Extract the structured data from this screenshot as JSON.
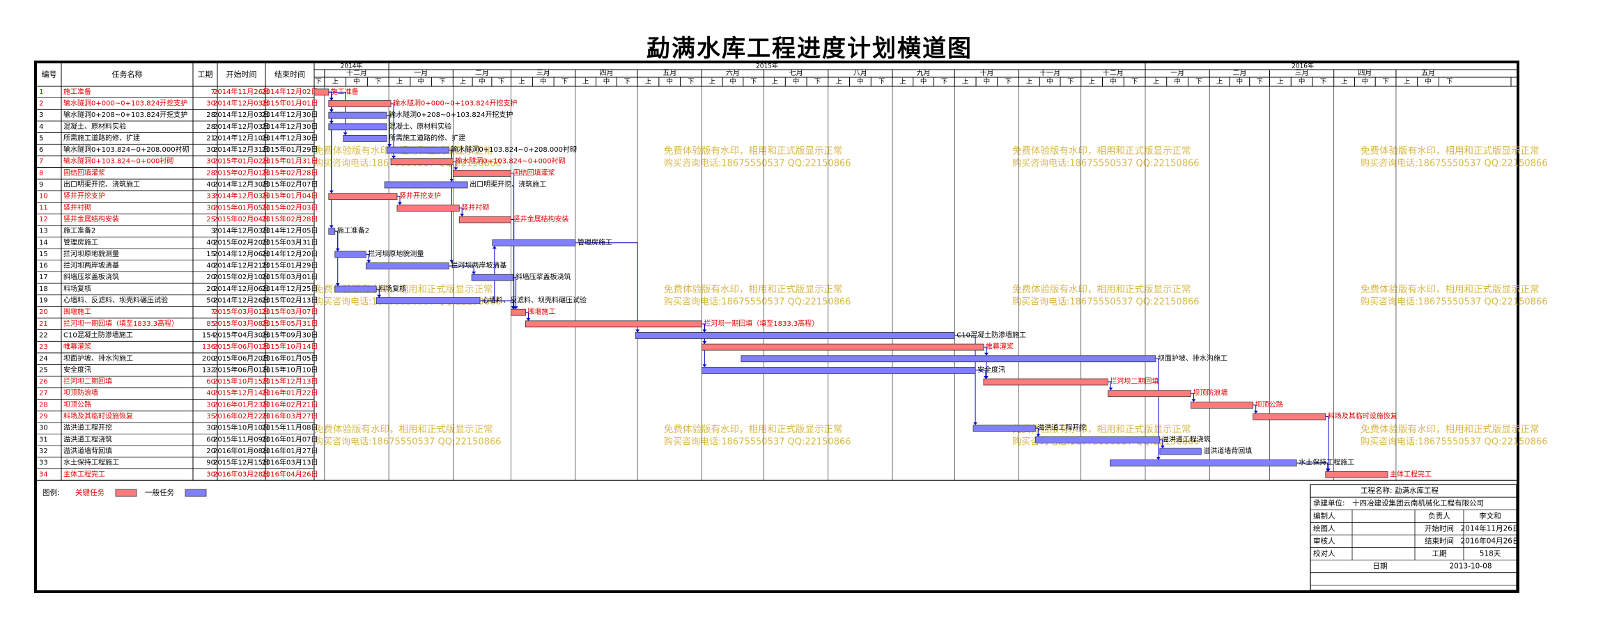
{
  "title": "勐满水库工程进度计划横道图",
  "columns": {
    "id": "编号",
    "name": "任务名称",
    "duration": "工期",
    "start": "开始时间",
    "end": "结束时间"
  },
  "timeline": {
    "years": [
      {
        "label": "2014年",
        "from": "2014-11-26",
        "to": "2015-01-01"
      },
      {
        "label": "2015年",
        "from": "2015-01-01",
        "to": "2016-01-01"
      },
      {
        "label": "2016年",
        "from": "2016-01-01",
        "to": "2016-06-01"
      }
    ],
    "months": [
      {
        "label": "十二月",
        "from": "2014-12-01"
      },
      {
        "label": "一月",
        "from": "2015-01-01"
      },
      {
        "label": "二月",
        "from": "2015-02-01"
      },
      {
        "label": "三月",
        "from": "2015-03-01"
      },
      {
        "label": "四月",
        "from": "2015-04-01"
      },
      {
        "label": "五月",
        "from": "2015-05-01"
      },
      {
        "label": "六月",
        "from": "2015-06-01"
      },
      {
        "label": "七月",
        "from": "2015-07-01"
      },
      {
        "label": "八月",
        "from": "2015-08-01"
      },
      {
        "label": "九月",
        "from": "2015-09-01"
      },
      {
        "label": "十月",
        "from": "2015-10-01"
      },
      {
        "label": "十一月",
        "from": "2015-11-01"
      },
      {
        "label": "十二月",
        "from": "2015-12-01"
      },
      {
        "label": "一月",
        "from": "2016-01-01"
      },
      {
        "label": "二月",
        "from": "2016-02-01"
      },
      {
        "label": "三月",
        "from": "2016-03-01"
      },
      {
        "label": "四月",
        "from": "2016-04-01"
      },
      {
        "label": "五月",
        "from": "2016-05-01"
      }
    ],
    "dekads": [
      "上",
      "中",
      "下"
    ]
  },
  "chart_data": {
    "type": "gantt",
    "title": "勐满水库工程进度计划横道图",
    "tasks": [
      {
        "id": "1",
        "name": "施工准备",
        "duration": "7",
        "start": "2014年11月26日",
        "end": "2014年12月02日",
        "s": "2014-11-26",
        "e": "2014-12-02",
        "critical": true
      },
      {
        "id": "2",
        "name": "输水隧洞0+000~0+103.824开挖支护",
        "duration": "30",
        "start": "2014年12月03日",
        "end": "2015年01月01日",
        "s": "2014-12-03",
        "e": "2015-01-01",
        "critical": true
      },
      {
        "id": "3",
        "name": "输水隧洞0+208~0+103.824开挖支护",
        "duration": "28",
        "start": "2014年12月03日",
        "end": "2014年12月30日",
        "s": "2014-12-03",
        "e": "2014-12-30",
        "critical": false
      },
      {
        "id": "4",
        "name": "混凝土、原材料实验",
        "duration": "28",
        "start": "2014年12月03日",
        "end": "2014年12月30日",
        "s": "2014-12-03",
        "e": "2014-12-30",
        "critical": false
      },
      {
        "id": "5",
        "name": "所需施工道路的修、扩建",
        "duration": "21",
        "start": "2014年12月10日",
        "end": "2014年12月30日",
        "s": "2014-12-10",
        "e": "2014-12-30",
        "critical": false
      },
      {
        "id": "6",
        "name": "输水隧洞0+103.824~0+208.000衬砌",
        "duration": "30",
        "start": "2014年12月31日",
        "end": "2015年01月29日",
        "s": "2014-12-31",
        "e": "2015-01-29",
        "critical": false
      },
      {
        "id": "7",
        "name": "输水隧洞0+103.824~0+000衬砌",
        "duration": "30",
        "start": "2015年01月02日",
        "end": "2015年01月31日",
        "s": "2015-01-02",
        "e": "2015-01-31",
        "critical": true
      },
      {
        "id": "8",
        "name": "固结回填灌浆",
        "duration": "28",
        "start": "2015年02月01日",
        "end": "2015年02月28日",
        "s": "2015-02-01",
        "e": "2015-02-28",
        "critical": true
      },
      {
        "id": "9",
        "name": "出口明渠开挖、浇筑施工",
        "duration": "40",
        "start": "2014年12月30日",
        "end": "2015年02月07日",
        "s": "2014-12-30",
        "e": "2015-02-07",
        "critical": false
      },
      {
        "id": "10",
        "name": "竖井开挖支护",
        "duration": "33",
        "start": "2014年12月03日",
        "end": "2015年01月04日",
        "s": "2014-12-03",
        "e": "2015-01-04",
        "critical": true
      },
      {
        "id": "11",
        "name": "竖井衬砌",
        "duration": "30",
        "start": "2015年01月05日",
        "end": "2015年02月03日",
        "s": "2015-01-05",
        "e": "2015-02-03",
        "critical": true
      },
      {
        "id": "12",
        "name": "竖井金属结构安装",
        "duration": "25",
        "start": "2015年02月04日",
        "end": "2015年02月28日",
        "s": "2015-02-04",
        "e": "2015-02-28",
        "critical": true
      },
      {
        "id": "13",
        "name": "施工准备2",
        "duration": "3",
        "start": "2014年12月03日",
        "end": "2014年12月05日",
        "s": "2014-12-03",
        "e": "2014-12-05",
        "critical": false
      },
      {
        "id": "14",
        "name": "管理房施工",
        "duration": "40",
        "start": "2015年02月20日",
        "end": "2015年03月31日",
        "s": "2015-02-20",
        "e": "2015-03-31",
        "critical": false
      },
      {
        "id": "15",
        "name": "拦河坝原地貌测量",
        "duration": "15",
        "start": "2014年12月06日",
        "end": "2014年12月20日",
        "s": "2014-12-06",
        "e": "2014-12-20",
        "critical": false
      },
      {
        "id": "16",
        "name": "拦河坝两岸坡清基",
        "duration": "40",
        "start": "2014年12月21日",
        "end": "2015年01月29日",
        "s": "2014-12-21",
        "e": "2015-01-29",
        "critical": false
      },
      {
        "id": "17",
        "name": "斜墙压浆盖板浇筑",
        "duration": "20",
        "start": "2015年02月10日",
        "end": "2015年03月01日",
        "s": "2015-02-10",
        "e": "2015-03-01",
        "critical": false
      },
      {
        "id": "18",
        "name": "料场复核",
        "duration": "20",
        "start": "2014年12月06日",
        "end": "2014年12月25日",
        "s": "2014-12-06",
        "e": "2014-12-25",
        "critical": false
      },
      {
        "id": "19",
        "name": "心墙料、反滤料、坝壳料碾压试验",
        "duration": "50",
        "start": "2014年12月26日",
        "end": "2015年02月13日",
        "s": "2014-12-26",
        "e": "2015-02-13",
        "critical": false
      },
      {
        "id": "20",
        "name": "围堰施工",
        "duration": "7",
        "start": "2015年03月01日",
        "end": "2015年03月07日",
        "s": "2015-03-01",
        "e": "2015-03-07",
        "critical": true
      },
      {
        "id": "21",
        "name": "拦河坝一期回填（填至1833.3高程）",
        "duration": "85",
        "start": "2015年03月08日",
        "end": "2015年05月31日",
        "s": "2015-03-08",
        "e": "2015-05-31",
        "critical": true
      },
      {
        "id": "22",
        "name": "C10混凝土防渗墙施工",
        "duration": "154",
        "start": "2015年04月30日",
        "end": "2015年09月30日",
        "s": "2015-04-30",
        "e": "2015-09-30",
        "critical": false
      },
      {
        "id": "23",
        "name": "帷幕灌浆",
        "duration": "136",
        "start": "2015年06月01日",
        "end": "2015年10月14日",
        "s": "2015-06-01",
        "e": "2015-10-14",
        "critical": true
      },
      {
        "id": "24",
        "name": "坝面护坡、排水沟施工",
        "duration": "200",
        "start": "2015年06月20日",
        "end": "2016年01月05日",
        "s": "2015-06-20",
        "e": "2016-01-05",
        "critical": false
      },
      {
        "id": "25",
        "name": "安全度汛",
        "duration": "132",
        "start": "2015年06月01日",
        "end": "2015年10月10日",
        "s": "2015-06-01",
        "e": "2015-10-10",
        "critical": false
      },
      {
        "id": "26",
        "name": "拦河坝二期回填",
        "duration": "60",
        "start": "2015年10月15日",
        "end": "2015年12月13日",
        "s": "2015-10-15",
        "e": "2015-12-13",
        "critical": true
      },
      {
        "id": "27",
        "name": "坝顶防浪墙",
        "duration": "40",
        "start": "2015年12月14日",
        "end": "2016年01月22日",
        "s": "2015-12-14",
        "e": "2016-01-22",
        "critical": true
      },
      {
        "id": "28",
        "name": "坝顶公路",
        "duration": "30",
        "start": "2016年01月23日",
        "end": "2016年02月21日",
        "s": "2016-01-23",
        "e": "2016-02-21",
        "critical": true
      },
      {
        "id": "29",
        "name": "料场及其临时设施恢复",
        "duration": "35",
        "start": "2016年02月22日",
        "end": "2016年03月27日",
        "s": "2016-02-22",
        "e": "2016-03-27",
        "critical": true
      },
      {
        "id": "30",
        "name": "溢洪道工程开挖",
        "duration": "30",
        "start": "2015年10月10日",
        "end": "2015年11月08日",
        "s": "2015-10-10",
        "e": "2015-11-08",
        "critical": false
      },
      {
        "id": "31",
        "name": "溢洪道工程浇筑",
        "duration": "60",
        "start": "2015年11月09日",
        "end": "2016年01月07日",
        "s": "2015-11-09",
        "e": "2016-01-07",
        "critical": false
      },
      {
        "id": "32",
        "name": "溢洪道墙背回填",
        "duration": "20",
        "start": "2016年01月08日",
        "end": "2016年01月27日",
        "s": "2016-01-08",
        "e": "2016-01-27",
        "critical": false
      },
      {
        "id": "33",
        "name": "水土保持工程施工",
        "duration": "90",
        "start": "2015年12月15日",
        "end": "2016年03月13日",
        "s": "2015-12-15",
        "e": "2016-03-13",
        "critical": false
      },
      {
        "id": "34",
        "name": "主体工程完工",
        "duration": "30",
        "start": "2016年03月28日",
        "end": "2016年04月26日",
        "s": "2016-03-28",
        "e": "2016-04-26",
        "critical": true
      }
    ],
    "links": [
      [
        1,
        2
      ],
      [
        1,
        3
      ],
      [
        1,
        4
      ],
      [
        1,
        5
      ],
      [
        1,
        10
      ],
      [
        1,
        13
      ],
      [
        2,
        7
      ],
      [
        3,
        6
      ],
      [
        6,
        9
      ],
      [
        6,
        16
      ],
      [
        7,
        8
      ],
      [
        8,
        20
      ],
      [
        10,
        11
      ],
      [
        11,
        12
      ],
      [
        13,
        15
      ],
      [
        13,
        18
      ],
      [
        15,
        16
      ],
      [
        16,
        17
      ],
      [
        18,
        19
      ],
      [
        19,
        14
      ],
      [
        12,
        20
      ],
      [
        14,
        22
      ],
      [
        17,
        20
      ],
      [
        19,
        20
      ],
      [
        20,
        21
      ],
      [
        21,
        22
      ],
      [
        21,
        23
      ],
      [
        21,
        25
      ],
      [
        22,
        30
      ],
      [
        23,
        26
      ],
      [
        23,
        24
      ],
      [
        25,
        26
      ],
      [
        26,
        27
      ],
      [
        27,
        28
      ],
      [
        28,
        29
      ],
      [
        29,
        34
      ],
      [
        30,
        31
      ],
      [
        31,
        32
      ],
      [
        24,
        33
      ],
      [
        33,
        34
      ]
    ]
  },
  "legend": {
    "label": "图例:",
    "critical": "关键任务",
    "normal": "一般任务"
  },
  "colors": {
    "critical_fill": "#ff7b7b",
    "normal_fill": "#8080ff",
    "critical_text": "#e00000",
    "link": "#0000c8",
    "watermark": "#d8b84a"
  },
  "watermark": {
    "line1": "免费体验版有水印，相用和正式版显示正常",
    "line2": "购买咨询电话:18675550537 QQ:22150866"
  },
  "info": {
    "project_label": "工程名称:",
    "project_value": "勐满水库工程",
    "builder_label": "承建单位:",
    "builder_value": "十四冶建设集团云南机械化工程有限公司",
    "compiler_label": "编制人",
    "responsible_label": "负责人",
    "responsible_value": "李文和",
    "checker_label": "绘图人",
    "start_label": "开始时间",
    "start_value": "2014年11月26日",
    "reviewer_label": "审核人",
    "end_label": "结束时间",
    "end_value": "2016年04月26日",
    "period_label": "工期",
    "period_value": "518天",
    "verifier_label": "校对人",
    "date_label": "日期",
    "date_value": "2013-10-08"
  }
}
